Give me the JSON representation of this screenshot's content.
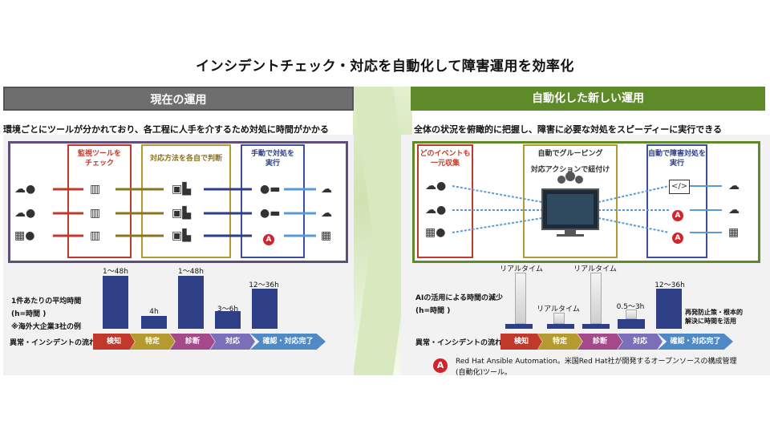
{
  "title": "インシデントチェック・対応を自動化して障害運用を効率化",
  "left": {
    "heading": "現在の運用",
    "lead": "環境ごとにツールが分かれており、各工程に人手を介するため対処に時間がかかる",
    "col1": "監視ツールを\nチェック",
    "col2": "対応方法を各自で判断",
    "col3": "手動で対処を\n実行",
    "avg_label": "1件あたりの平均時間",
    "unit_label": "(h=時間 )",
    "note": "※海外大企業3社の例",
    "flow_label": "異常・インシデントの流れ",
    "steps": [
      "検知",
      "特定",
      "診断",
      "対応",
      "確認・対応完了"
    ],
    "values": [
      "1〜48h",
      "4h",
      "1〜48h",
      "3〜6h",
      "12〜36h"
    ]
  },
  "right": {
    "heading": "自動化した新しい運用",
    "lead": "全体の状況を俯瞰的に把握し、障害に必要な対処をスピーディーに実行できる",
    "col1": "どのイベントも\n一元収集",
    "col2a": "自動でグルーピング",
    "col2b": "対応アクションで紐付け",
    "col3": "自動で障害対処を\n実行",
    "ai_label": "AIの活用による時間の減少",
    "unit_label": "(h=時間 )",
    "flow_label": "異常・インシデントの流れ",
    "steps": [
      "検知",
      "特定",
      "診断",
      "対応",
      "確認・対応完了"
    ],
    "rt1": "リアルタイム",
    "rt2": "リアルタイム",
    "rt3": "リアルタイム",
    "v4": "0.5〜3h",
    "v5": "12〜36h",
    "effect": "再発防止策・根本的\n解決に時間を活用"
  },
  "footnote": {
    "icon_letter": "A",
    "text1": "Red Hat Ansible Automation。米国Red Hat社が開発するオープンソースの構成管理",
    "text2": "(自動化)ツール。"
  },
  "colors": {
    "left_frame": "#5f4d7a",
    "right_frame": "#5e8a2a",
    "bar": "#2e3f86",
    "ansible": "#d0252e"
  }
}
